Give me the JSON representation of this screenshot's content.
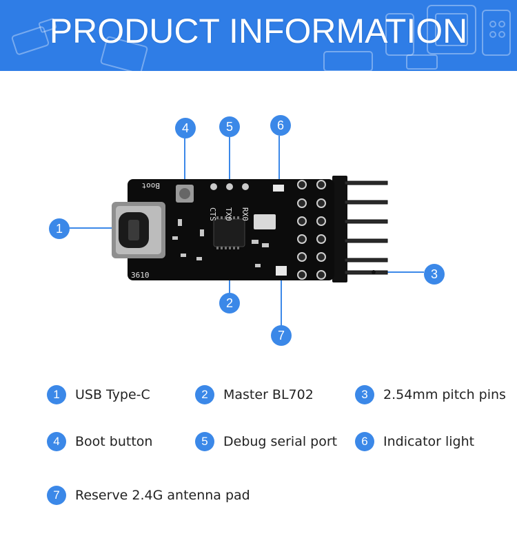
{
  "banner": {
    "title": "PRODUCT INFORMATION",
    "color": "#2f7de6"
  },
  "board": {
    "silkscreen": [
      "Boot",
      "CTS",
      "TX0",
      "RX0",
      "3610"
    ],
    "callouts": [
      "1",
      "2",
      "3",
      "4",
      "5",
      "6",
      "7"
    ]
  },
  "legend": [
    {
      "num": "1",
      "label": "USB Type-C"
    },
    {
      "num": "2",
      "label": "Master BL702"
    },
    {
      "num": "3",
      "label": "2.54mm pitch pins"
    },
    {
      "num": "4",
      "label": "Boot button"
    },
    {
      "num": "5",
      "label": "Debug serial port"
    },
    {
      "num": "6",
      "label": "Indicator light"
    },
    {
      "num": "7",
      "label": "Reserve 2.4G antenna pad"
    }
  ],
  "accent_color": "#3b88e8"
}
